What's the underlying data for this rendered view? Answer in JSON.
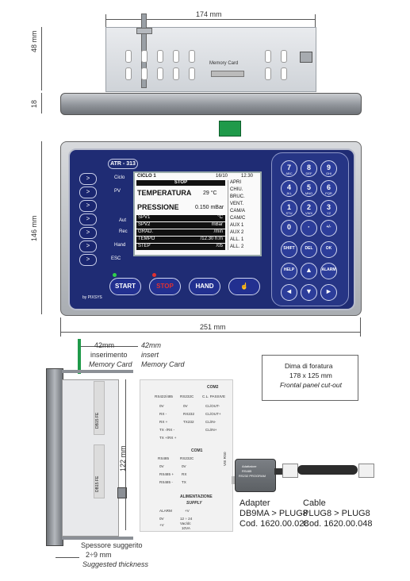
{
  "dimensions": {
    "top_width": "174 mm",
    "top_height": "48 mm",
    "bezel_height": "18",
    "front_height": "146 mm",
    "front_width": "251 mm",
    "side_height": "122 mm"
  },
  "top_view": {
    "memory_card_label": "Memory Card"
  },
  "front_panel": {
    "model": "ATR - 313",
    "brand": "by PIXSYS",
    "side_buttons": [
      {
        "icon": ">",
        "label": "Ciclo"
      },
      {
        "icon": ">",
        "label": "PV"
      },
      {
        "icon": ">",
        "label": ""
      },
      {
        "icon": ">",
        "label": "Aut"
      },
      {
        "icon": ">",
        "label": "Rec"
      },
      {
        "icon": ">",
        "label": "Hand"
      },
      {
        "icon": ">",
        "label": "ESC"
      }
    ],
    "screen": {
      "title": "CICLO 1",
      "date": "16/10",
      "time": "12.30",
      "status": "STOP",
      "main": [
        {
          "label": "TEMPERATURA",
          "value": "29 °C"
        },
        {
          "label": "PRESSIONE",
          "value": "0.150 mBar"
        }
      ],
      "rows": [
        {
          "label": "SPV1",
          "value": "°C"
        },
        {
          "label": "SPV2",
          "value": "mBar"
        },
        {
          "label": "GRAD.",
          "value": "/min"
        },
        {
          "label": "TEMPO",
          "value": "/12.30 h:m"
        },
        {
          "label": "STEP",
          "value": "/05"
        }
      ],
      "side_list": [
        "APRI",
        "CHIU.",
        "BRUC.",
        "VENT.",
        "CAM/A",
        "CAM/C",
        "AUX 1",
        "AUX 2",
        "ALL. 1",
        "ALL. 2"
      ]
    },
    "keypad": [
      {
        "main": "7",
        "sub": "ABC"
      },
      {
        "main": "8",
        "sub": "DEF"
      },
      {
        "main": "9",
        "sub": "GHI"
      },
      {
        "main": "4",
        "sub": "JKL"
      },
      {
        "main": "5",
        "sub": "MNO"
      },
      {
        "main": "6",
        "sub": "PQR"
      },
      {
        "main": "1",
        "sub": "STU"
      },
      {
        "main": "2",
        "sub": "VWX"
      },
      {
        "main": "3",
        "sub": "YZ"
      },
      {
        "main": "0",
        "sub": ""
      },
      {
        "main": "·",
        "sub": ""
      },
      {
        "main": "+/-",
        "sub": ""
      },
      {
        "main": "SHIFT",
        "sub": ""
      },
      {
        "main": "DEL",
        "sub": ""
      },
      {
        "main": "OK",
        "sub": ""
      },
      {
        "main": "HELP",
        "sub": ""
      },
      {
        "main": "▲",
        "sub": ""
      },
      {
        "main": "ALARM",
        "sub": ""
      },
      {
        "main": "◄",
        "sub": ""
      },
      {
        "main": "▼",
        "sub": ""
      },
      {
        "main": "►",
        "sub": ""
      }
    ],
    "bottom_buttons": [
      {
        "label": "START",
        "color": "#ffffff"
      },
      {
        "label": "STOP",
        "color": "#e03030"
      },
      {
        "label": "HAND",
        "color": "#ffffff"
      },
      {
        "label": "",
        "color": "#ffffff"
      }
    ]
  },
  "side_view": {
    "insert_dim": "42mm",
    "insert_it_1": "inserimento",
    "insert_it_2": "Memory Card",
    "insert_en_dim": "42mm",
    "insert_en_1": "insert",
    "insert_en_2": "Memory Card",
    "label_top": "DB15 FE",
    "label_bottom": "DB15 FE",
    "thickness_it": "Spessore suggerito",
    "thickness_val": "2÷9 mm",
    "thickness_en": "Suggested thickness"
  },
  "connectors": {
    "com2_title": "COM2",
    "com2_headers": [
      "RS422/485",
      "RS232C",
      "C.L. PASSIVE"
    ],
    "com2_pins": [
      "0V",
      "0V",
      "CL/OUT-",
      "RX -",
      "RX232",
      "CL/OUT+",
      "RX +",
      "TX232",
      "CL/IN-",
      "TX -/RX -",
      "",
      "CL/IN+",
      "TX +/RX +"
    ],
    "com1_title": "COM1",
    "com1_headers": [
      "RS485",
      "RS232C"
    ],
    "com1_pins": [
      "0V",
      "0V",
      "RS485 +",
      "RX",
      "RS485 -",
      "TX"
    ],
    "com1_side_label": "VIE RS0",
    "power_title": "ALIMENTAZIONE",
    "power_subtitle": "SUPPLY",
    "power_pins": [
      "ALARM",
      "+V",
      "0V",
      "12 ÷ 24",
      "+V",
      "Vac/dc",
      "10VA"
    ]
  },
  "cutout": {
    "line1": "Dima di foratura",
    "line2": "178 x 125 mm",
    "line3": "Frontal panel cut-out"
  },
  "adapter": {
    "label_small_1": "Adattatore",
    "label_small_2": "RS485",
    "label_small_3": "RS232 PROGRAM",
    "title": "Adapter",
    "line1": "DB9MA > PLUG8",
    "code": "Cod. 1620.00.028"
  },
  "cable": {
    "title": "Cable",
    "line1": "PLUG8 > PLUG8",
    "code": "Cod. 1620.00.048"
  }
}
